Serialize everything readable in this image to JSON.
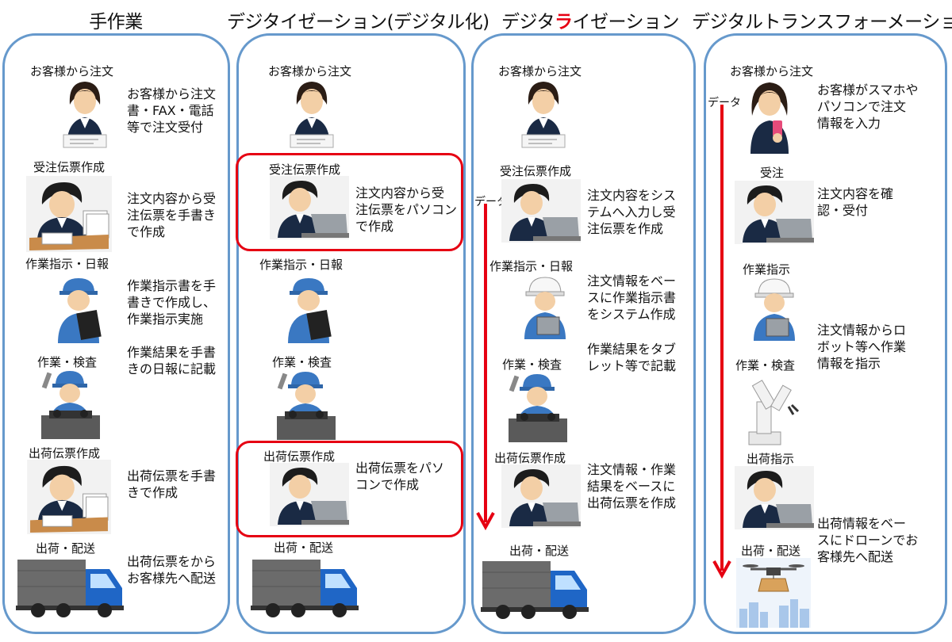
{
  "colors": {
    "panel_border": "#6699cc",
    "highlight": "#e60012",
    "arrow": "#e60012",
    "suit": "#1a2a44",
    "work_blue": "#3a78c2",
    "skin": "#f3cfa6",
    "truck_blue": "#1f66c6",
    "truck_gray": "#6b6b6b"
  },
  "columns": [
    {
      "title": "手作業",
      "steps": [
        {
          "label": "お客様から注文",
          "desc": "お客様から注文\n書・FAX・電話\n等で注文受付",
          "icon": "woman-customer-icon"
        },
        {
          "label": "受注伝票作成",
          "desc": "注文内容から受\n注伝票を手書き\nで作成",
          "icon": "clerk-handwriting-icon"
        },
        {
          "label": "作業指示・日報",
          "desc": "作業指示書を手\n書きで作成し、\n作業指示実施",
          "icon": "worker-clipboard-icon"
        },
        {
          "label": "作業・検査",
          "desc": "作業結果を手書\nきの日報に記載",
          "icon": "worker-machine-icon"
        },
        {
          "label": "出荷伝票作成",
          "desc": "出荷伝票を手書\nきで作成",
          "icon": "clerk-handwriting-icon"
        },
        {
          "label": "出荷・配送",
          "desc": "出荷伝票をから\nお客様先へ配送",
          "icon": "truck-icon"
        }
      ]
    },
    {
      "title": "デジタイゼーション(デジタル化)",
      "steps": [
        {
          "label": "お客様から注文",
          "desc": "",
          "icon": "woman-customer-icon"
        },
        {
          "label": "受注伝票作成",
          "desc": "注文内容から受\n注伝票をパソコン\nで作成",
          "icon": "clerk-laptop-icon"
        },
        {
          "label": "作業指示・日報",
          "desc": "",
          "icon": "worker-clipboard-icon"
        },
        {
          "label": "作業・検査",
          "desc": "",
          "icon": "worker-machine-icon"
        },
        {
          "label": "出荷伝票作成",
          "desc": "出荷伝票をパソ\nコンで作成",
          "icon": "clerk-laptop-icon"
        },
        {
          "label": "出荷・配送",
          "desc": "",
          "icon": "truck-icon"
        }
      ]
    },
    {
      "title_parts": [
        "デジタ",
        "ラ",
        "イゼーション"
      ],
      "arrow_label": "データ",
      "steps": [
        {
          "label": "お客様から注文",
          "desc": "",
          "icon": "woman-customer-icon"
        },
        {
          "label": "受注伝票作成",
          "desc": "注文内容をシス\nテムへ入力し受\n注伝票を作成",
          "icon": "clerk-laptop-icon"
        },
        {
          "label": "作業指示・日報",
          "desc": "注文情報をベー\nスに作業指示書\nをシステム作成",
          "icon": "worker-tablet-icon"
        },
        {
          "label": "作業・検査",
          "desc": "作業結果をタブ\nレット等で記載",
          "icon": "worker-machine-icon"
        },
        {
          "label": "出荷伝票作成",
          "desc": "注文情報・作業\n結果をベースに\n出荷伝票を作成",
          "icon": "clerk-laptop-icon"
        },
        {
          "label": "出荷・配送",
          "desc": "",
          "icon": "truck-icon"
        }
      ]
    },
    {
      "title": "デジタルトランスフォーメーション",
      "arrow_label": "データ",
      "steps": [
        {
          "label": "お客様から注文",
          "desc": "お客様がスマホや\nパソコンで注文\n情報を入力",
          "icon": "woman-smartphone-icon"
        },
        {
          "label": "受注",
          "desc": "注文内容を確\n認・受付",
          "icon": "clerk-laptop-icon"
        },
        {
          "label": "作業指示",
          "desc": "注文情報からロ\nボット等へ作業\n情報を指示",
          "icon": "worker-tablet-icon"
        },
        {
          "label": "作業・検査",
          "desc": "",
          "icon": "robot-arm-icon"
        },
        {
          "label": "出荷指示",
          "desc": "",
          "icon": "clerk-laptop-icon"
        },
        {
          "label": "出荷・配送",
          "desc": "出荷情報をベー\nスにドローンでお\n客様先へ配送",
          "icon": "drone-delivery-icon"
        }
      ]
    }
  ]
}
